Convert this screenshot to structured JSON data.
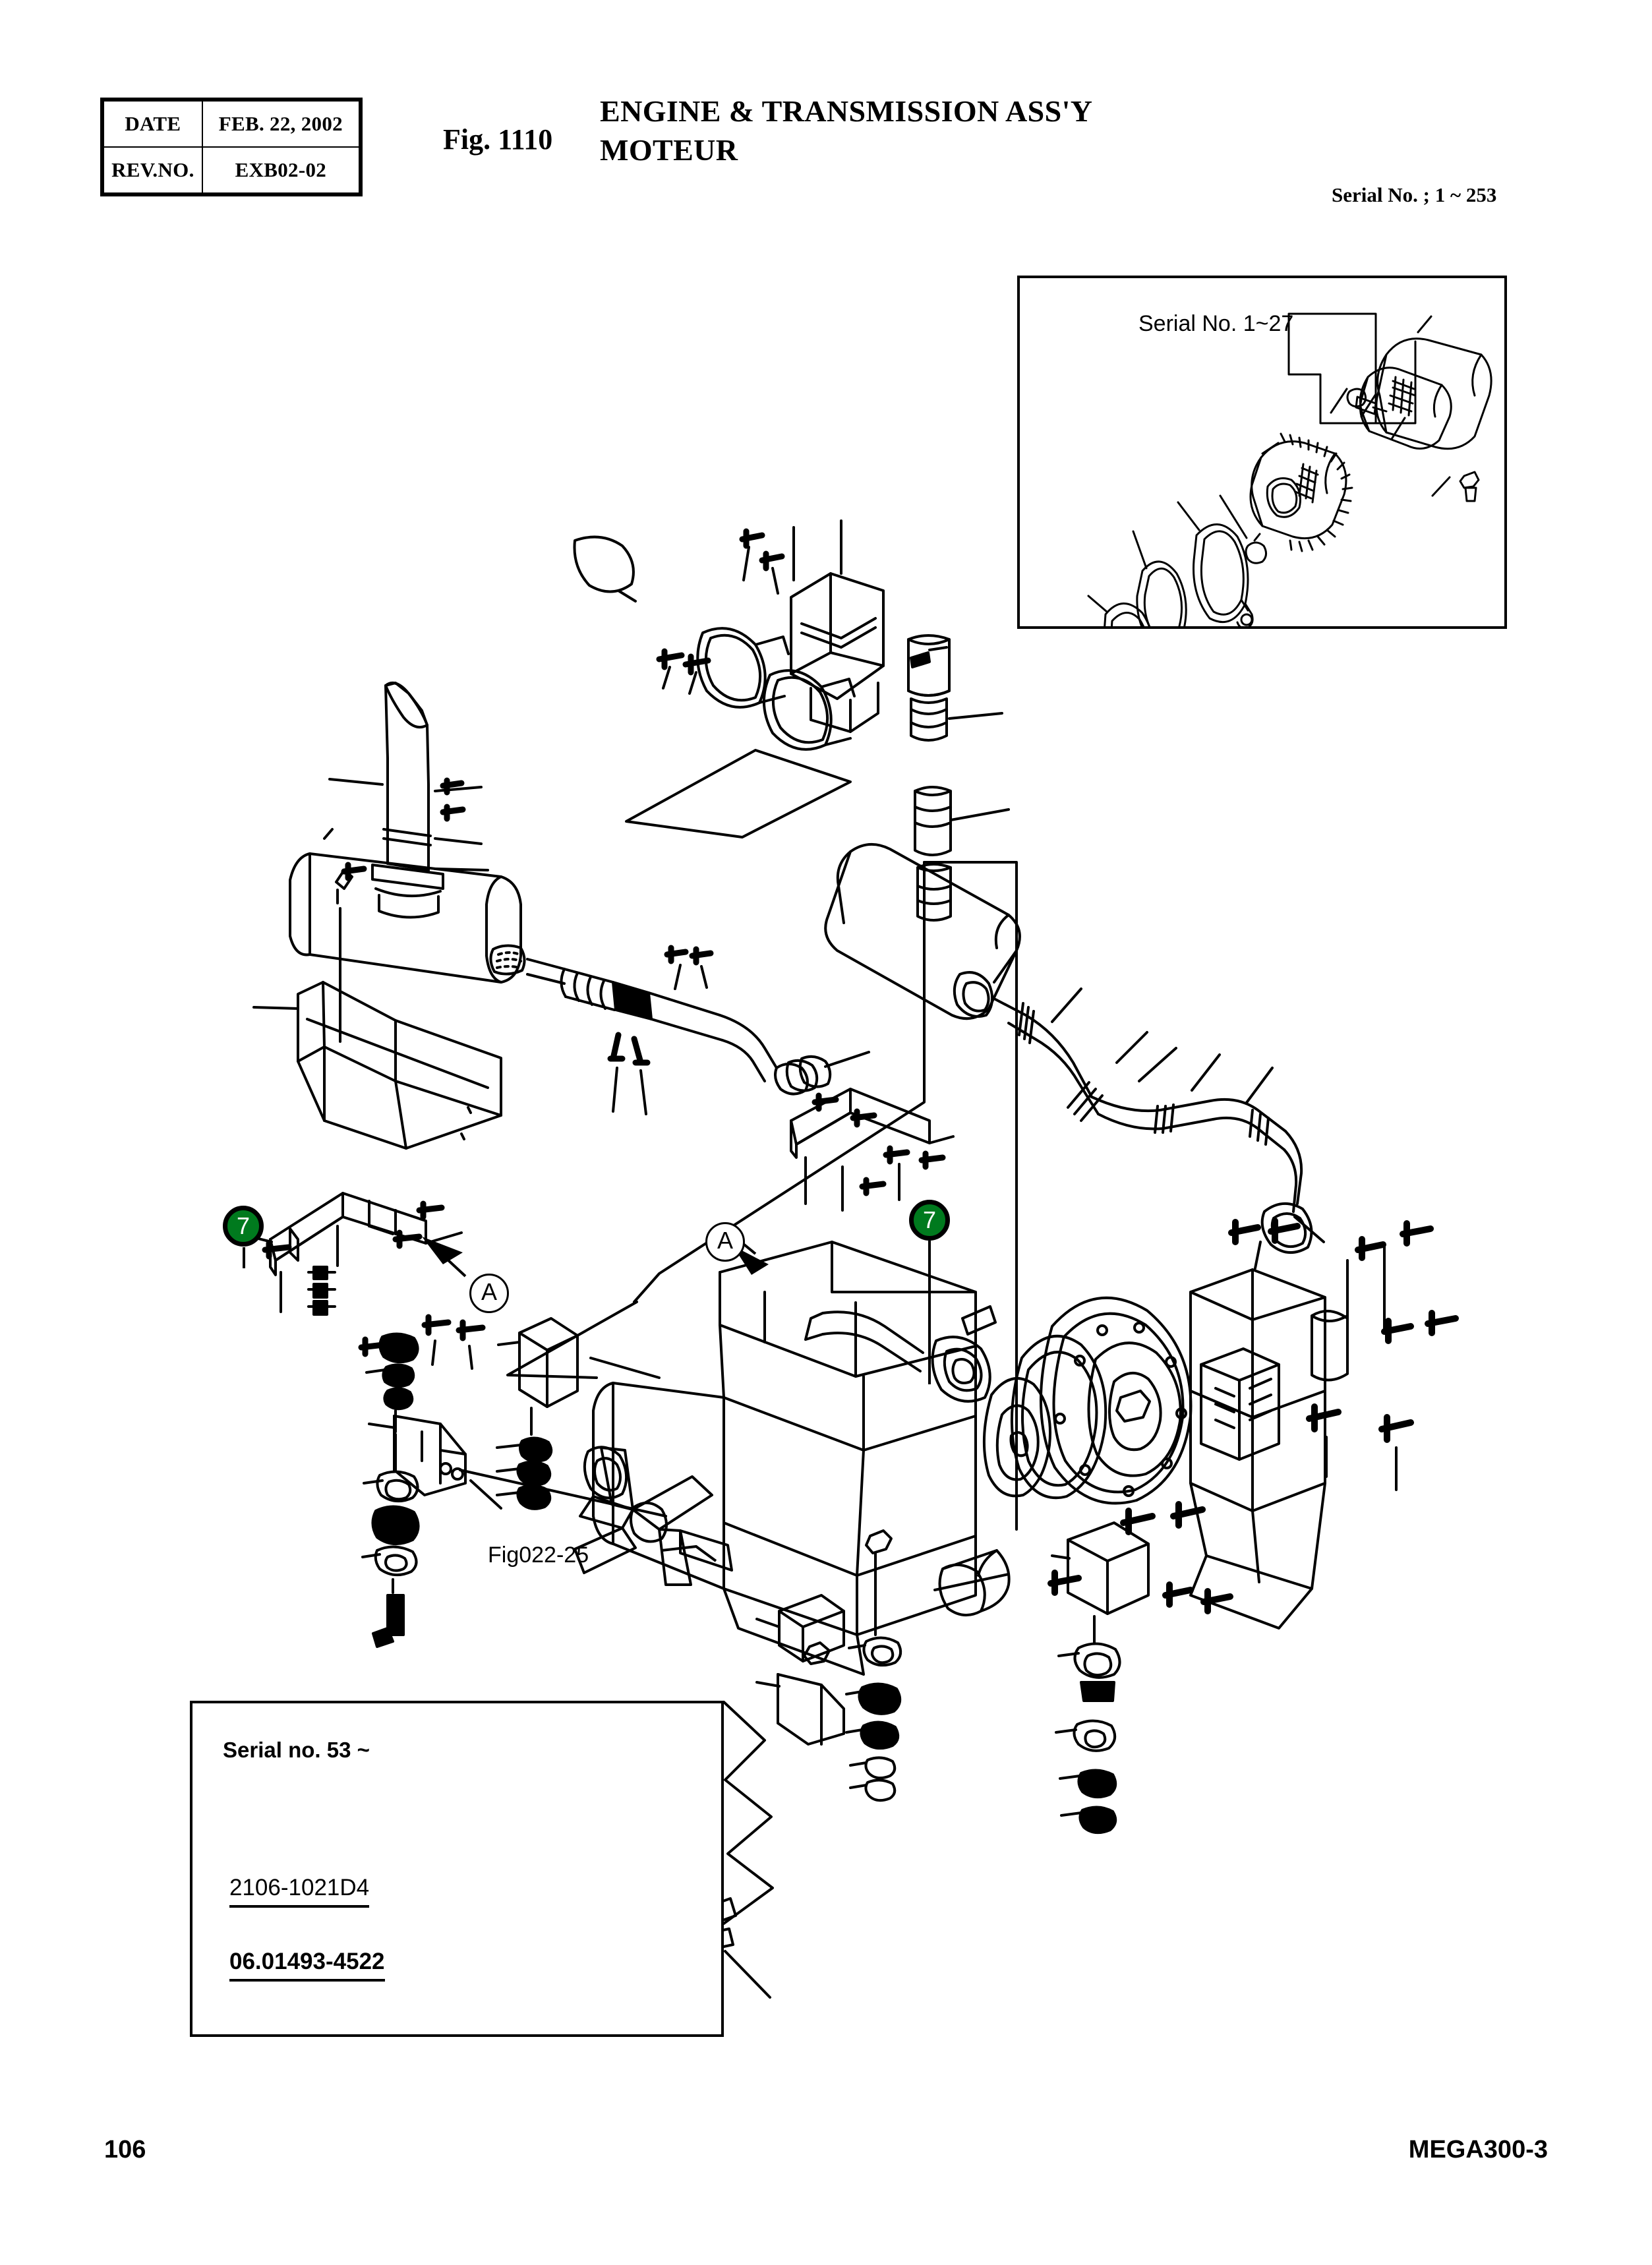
{
  "header": {
    "revision_table": {
      "rows": [
        {
          "label": "DATE",
          "value": "FEB. 22, 2002"
        },
        {
          "label": "REV.NO.",
          "value": "EXB02-02"
        }
      ]
    },
    "figure_number": "Fig. 1110",
    "title_en": "ENGINE & TRANSMISSION ASS'Y",
    "title_fr": "MOTEUR",
    "serial_note": "Serial No. ; 1 ~ 253"
  },
  "insets": {
    "air_cleaner": {
      "label": "Serial No. 1~27"
    },
    "belt": {
      "label": "Serial no. 53 ~",
      "part_numbers": [
        "2106-1021D4",
        "06.01493-4522"
      ]
    }
  },
  "callouts": {
    "item_markers": [
      {
        "number": "7"
      },
      {
        "number": "7"
      }
    ],
    "section_markers": [
      {
        "letter": "A"
      },
      {
        "letter": "A"
      }
    ],
    "figure_reference": "Fig022-25"
  },
  "colors": {
    "highlight_green": "#007a1e",
    "line": "#000000",
    "page_background": "#ffffff"
  },
  "footer": {
    "page_number": "106",
    "model_code": "MEGA300-3"
  }
}
